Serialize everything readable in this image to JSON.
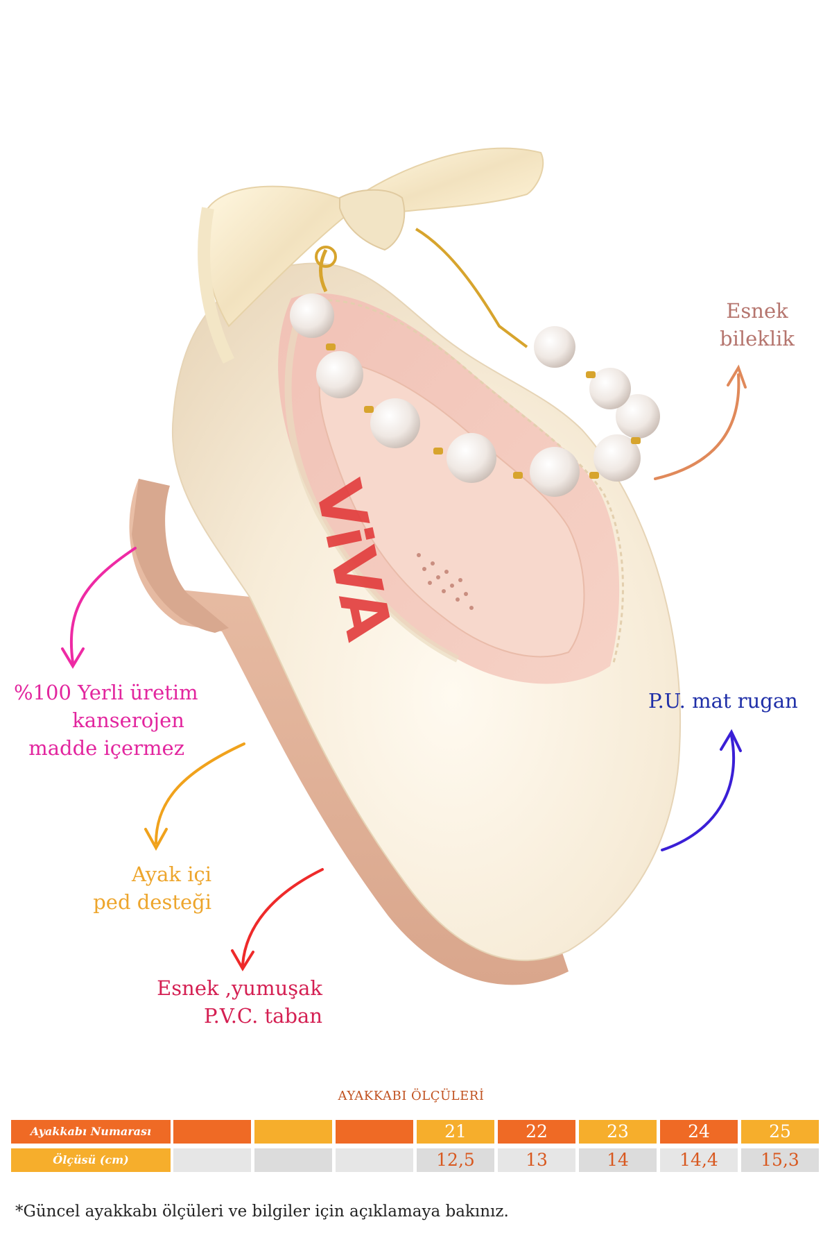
{
  "callouts": {
    "bracelet": {
      "lines": [
        "Esnek",
        "bileklik"
      ],
      "color": "#b5756e"
    },
    "production": {
      "lines": [
        "%100 Yerli üretim",
        "kanserojen",
        "madde içermez"
      ],
      "color": "#e2259e"
    },
    "material": {
      "lines": [
        "P.U. mat rugan"
      ],
      "color": "#1f2fa8"
    },
    "insole": {
      "lines": [
        "Ayak içi",
        "ped desteği"
      ],
      "color": "#eda52c"
    },
    "sole": {
      "lines": [
        "Esnek ,yumuşak",
        "P.V.C. taban"
      ],
      "color": "#d41f52"
    }
  },
  "arrow_colors": {
    "bracelet": "#e0895a",
    "production": "#ee2aa4",
    "material": "#3a1fd6",
    "insole": "#f0a21c",
    "sole": "#ee2a2a"
  },
  "brand_text": "ViVA",
  "size_table": {
    "title": "AYAKKABI ÖLÇÜLERİ",
    "row1_label": "Ayakkabı Numarası",
    "row2_label": "Ölçüsü (cm)",
    "sizes": [
      "",
      "",
      "",
      "21",
      "22",
      "23",
      "24",
      "25"
    ],
    "measurements": [
      "",
      "",
      "",
      "12,5",
      "13",
      "14",
      "14,4",
      "15,3"
    ],
    "colors": {
      "dark_orange": "#ef6a25",
      "light_orange": "#f6ae2c",
      "grey": "#e6e6e6",
      "grey_dark": "#dcdcdc"
    }
  },
  "footnote": "*Güncel ayakkabı ölçüleri ve bilgiler için açıklamaya bakınız."
}
